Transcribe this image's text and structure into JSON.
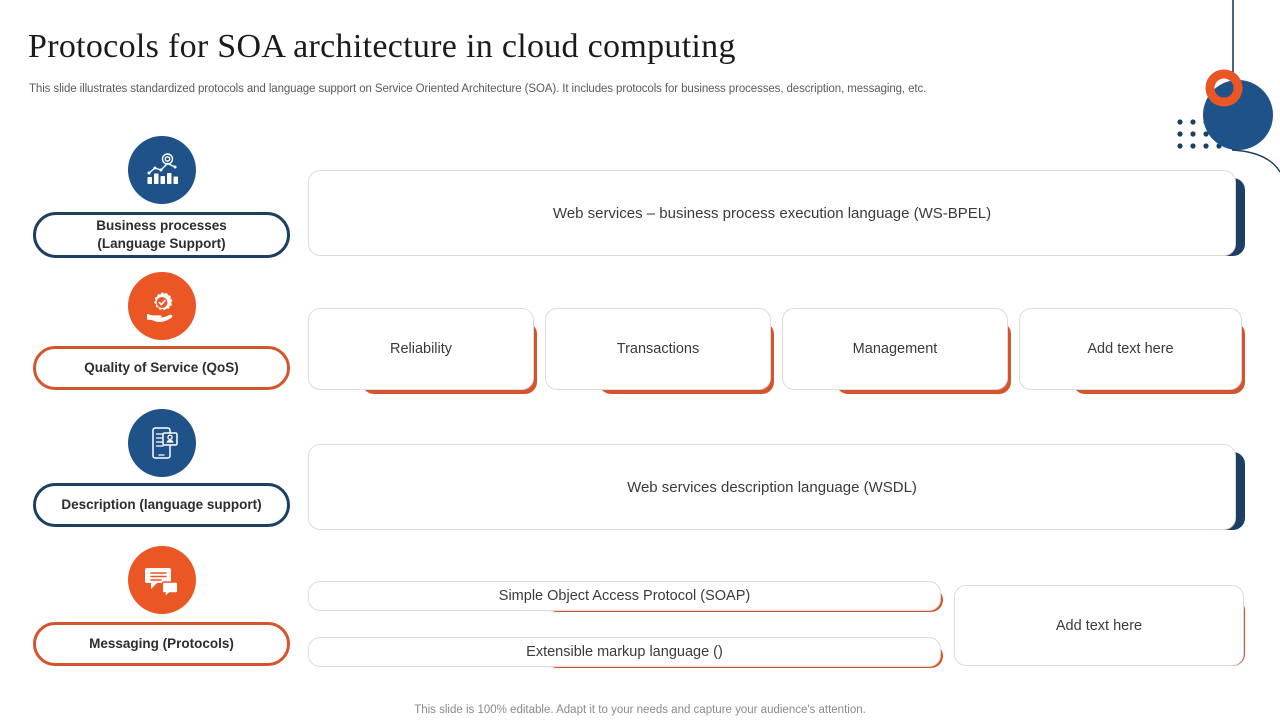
{
  "header": {
    "title": "Protocols for SOA architecture in cloud computing",
    "subtitle": "This slide illustrates standardized protocols and language support on Service Oriented Architecture (SOA).  It includes protocols for business processes, description, messaging, etc."
  },
  "colors": {
    "navy": "#1d3f63",
    "navy_icon": "#1f5288",
    "orange": "#ea5724",
    "orange_dark": "#d4552b",
    "text": "#3a3a3a",
    "muted": "#8a8a8a"
  },
  "rail": [
    {
      "id": "business-processes",
      "label": "Business processes\n(Language Support)",
      "label_line1": "Business processes",
      "label_line2": "(Language Support)",
      "theme": "navy",
      "icon": "bar-chart-target-icon"
    },
    {
      "id": "quality-of-service",
      "label": "Quality of Service (QoS)",
      "theme": "orange",
      "icon": "hand-gear-check-icon"
    },
    {
      "id": "description",
      "label": "Description (language support)",
      "theme": "navy",
      "icon": "document-profile-icon"
    },
    {
      "id": "messaging",
      "label": "Messaging (Protocols)",
      "theme": "orange",
      "icon": "chat-bubbles-icon"
    }
  ],
  "rows": {
    "business_processes": {
      "cards": [
        {
          "text": "Web services – business process execution language (WS-BPEL)"
        }
      ]
    },
    "quality_of_service": {
      "cards": [
        {
          "text": "Reliability"
        },
        {
          "text": "Transactions"
        },
        {
          "text": "Management"
        },
        {
          "text": "Add text here"
        }
      ]
    },
    "description": {
      "cards": [
        {
          "text": "Web services description language (WSDL)"
        }
      ]
    },
    "messaging": {
      "cards": [
        {
          "text": "Simple Object Access Protocol (SOAP)"
        },
        {
          "text": "Extensible markup language ()"
        },
        {
          "text": "Add text here"
        }
      ]
    }
  },
  "footer": {
    "note": "This slide is 100% editable. Adapt it to your needs and capture your audience's attention."
  }
}
